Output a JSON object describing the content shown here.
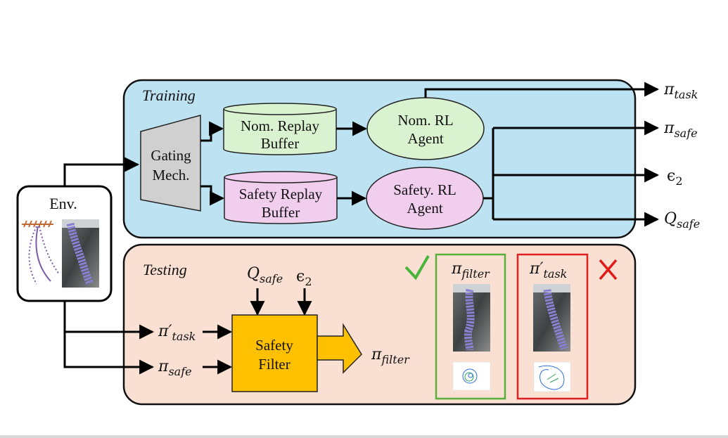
{
  "env": {
    "label": "Env."
  },
  "training": {
    "title": "Training",
    "gating": {
      "line1": "Gating",
      "line2": "Mech."
    },
    "nominal_buffer": {
      "line1": "Nom. Replay",
      "line2": "Buffer"
    },
    "safety_buffer": {
      "line1": "Safety Replay",
      "line2": "Buffer"
    },
    "nominal_agent": {
      "line1": "Nom. RL",
      "line2": "Agent"
    },
    "safety_agent": {
      "line1": "Safety. RL",
      "line2": "Agent"
    }
  },
  "outputs": {
    "pi_task": {
      "sym": "π",
      "sub": "task"
    },
    "pi_safe": {
      "sym": "π",
      "sub": "safe"
    },
    "epsilon": {
      "sym": "ϵ",
      "sub": "2"
    },
    "q_safe": {
      "sym": "Q",
      "sub": "safe"
    }
  },
  "testing": {
    "title": "Testing",
    "q_safe": {
      "sym": "Q",
      "sub": "safe"
    },
    "epsilon": {
      "sym": "ϵ",
      "sub": "2"
    },
    "pi_task_prime": {
      "sym": "π′",
      "sub": "task"
    },
    "pi_safe": {
      "sym": "π",
      "sub": "safe"
    },
    "filter": {
      "line1": "Safety",
      "line2": "Filter"
    },
    "pi_filter": {
      "sym": "π",
      "sub": "filter"
    },
    "panel_filter": {
      "sym": "π",
      "sub": "filter"
    },
    "panel_task": {
      "sym": "π′",
      "sub": "task"
    }
  },
  "colors": {
    "training_bg": "#bde3f2",
    "testing_bg": "#fae0d2",
    "nominal_fill": "#d9f2d0",
    "safety_fill": "#f1cdee",
    "gating_fill": "#d0d0d0",
    "filter_fill": "#ffc000",
    "check": "#47b43a",
    "cross": "#e01a1a",
    "good_border": "#5aae3a",
    "bad_border": "#e02020"
  },
  "icons": {
    "pass": "check-icon",
    "fail": "cross-icon"
  }
}
